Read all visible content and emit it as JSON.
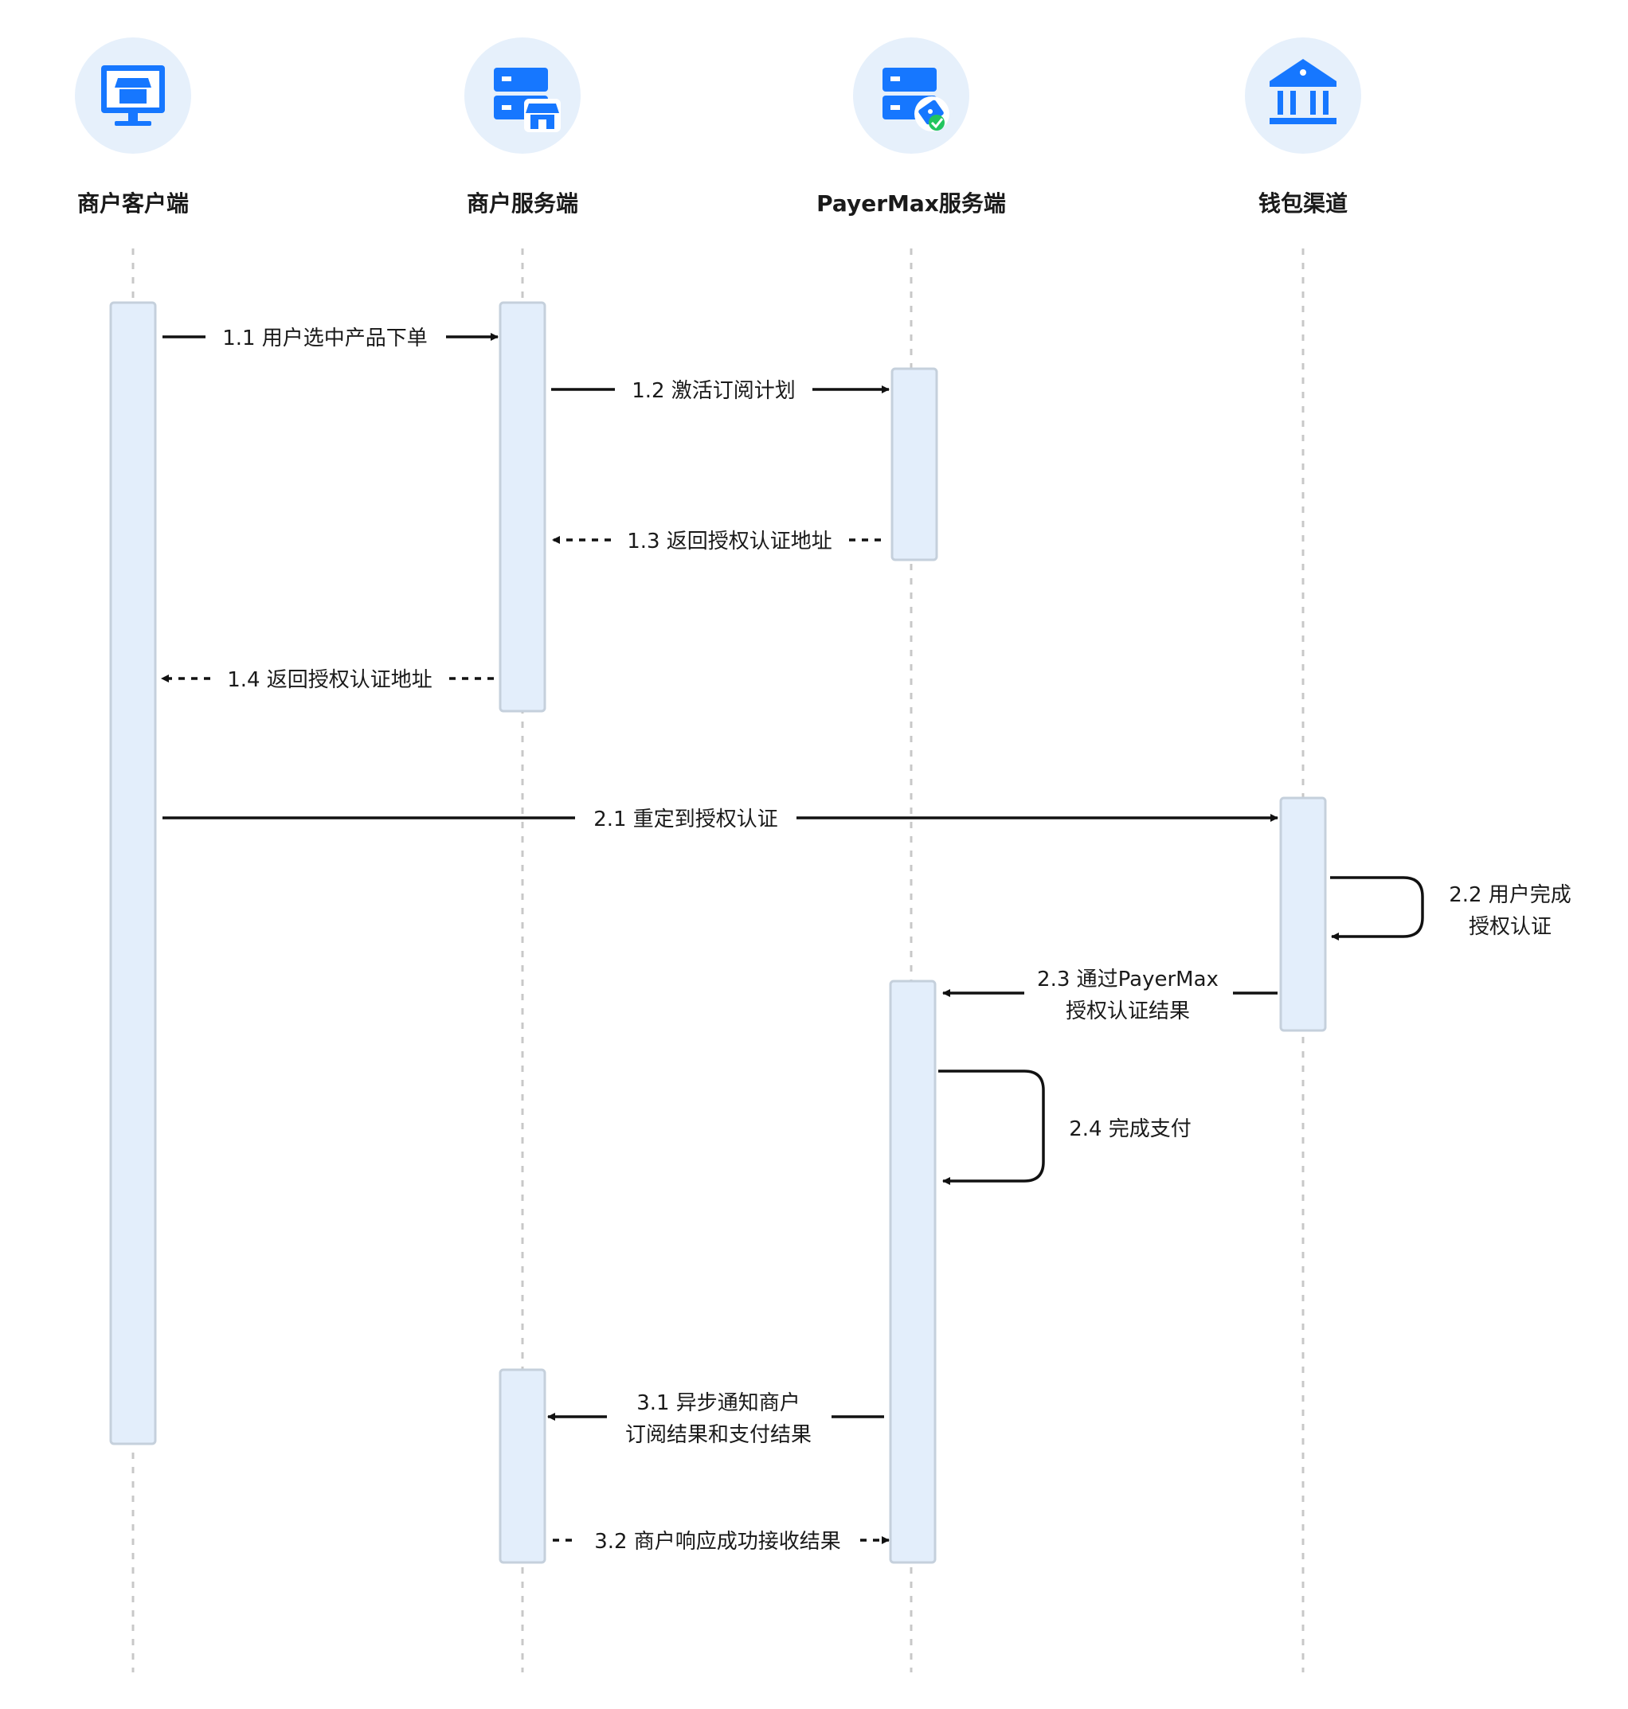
{
  "actors": [
    {
      "id": "merchant-client",
      "name": "商户客户端",
      "icon": "storefront-monitor-icon"
    },
    {
      "id": "merchant-server",
      "name": "商户服务端",
      "icon": "server-storefront-icon"
    },
    {
      "id": "payermax-server",
      "name": "PayerMax服务端",
      "icon": "server-payment-check-icon"
    },
    {
      "id": "wallet-channel",
      "name": "钱包渠道",
      "icon": "bank-icon"
    }
  ],
  "messages": [
    {
      "id": "1-1",
      "lines": [
        "1.1 用户选中产品下单"
      ],
      "style": "solid"
    },
    {
      "id": "1-2",
      "lines": [
        "1.2 激活订阅计划"
      ],
      "style": "solid"
    },
    {
      "id": "1-3",
      "lines": [
        "1.3 返回授权认证地址"
      ],
      "style": "dashed"
    },
    {
      "id": "1-4",
      "lines": [
        "1.4 返回授权认证地址"
      ],
      "style": "dashed"
    },
    {
      "id": "2-1",
      "lines": [
        "2.1 重定到授权认证"
      ],
      "style": "solid"
    },
    {
      "id": "2-2",
      "lines": [
        "2.2 用户完成",
        "授权认证"
      ],
      "style": "solid"
    },
    {
      "id": "2-3",
      "lines": [
        "2.3 通过PayerMax",
        "授权认证结果"
      ],
      "style": "solid"
    },
    {
      "id": "2-4",
      "lines": [
        "2.4 完成支付"
      ],
      "style": "solid"
    },
    {
      "id": "3-1",
      "lines": [
        "3.1 异步通知商户",
        "订阅结果和支付结果"
      ],
      "style": "solid"
    },
    {
      "id": "3-2",
      "lines": [
        "3.2 商户响应成功接收结果"
      ],
      "style": "dashed"
    }
  ],
  "colors": {
    "icon_circle": "#e6f0fb",
    "icon_blue": "#1677ff",
    "icon_green": "#22c55e",
    "activation_fill": "#e3eefb",
    "activation_stroke": "#c5d0dc",
    "lifeline": "#c8c8c8",
    "arrow": "#111111"
  }
}
